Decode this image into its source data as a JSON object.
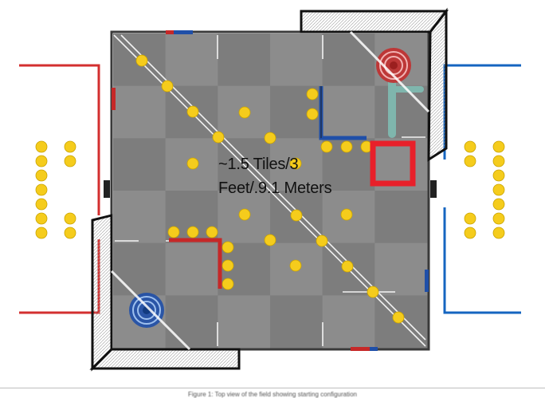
{
  "annotation": {
    "line1": "~1.5 Tiles/3",
    "line2": "Feet/.9.1 Meters"
  },
  "caption": "Figure 1: Top view of the field showing starting configuration",
  "colors": {
    "red_alliance": "#d32f2f",
    "blue_alliance": "#1565c0",
    "ball": "#f5cc1c",
    "highlight_box": "#e8202a",
    "tile_dark": "#7d7d7d",
    "tile_light": "#8c8c8c"
  },
  "icons": {
    "red_goal": "red-goal-icon",
    "blue_goal": "blue-goal-icon"
  }
}
